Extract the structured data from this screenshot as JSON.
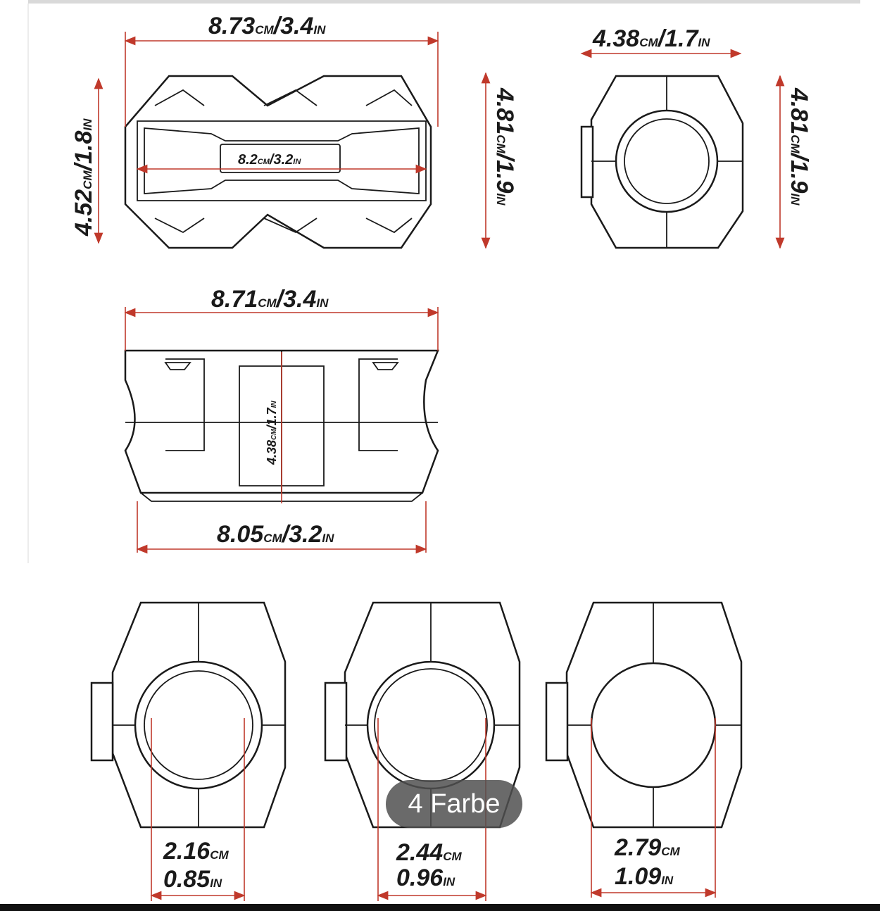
{
  "dimensions": {
    "top_length": [
      "8.73",
      "CM",
      "/3.4",
      "IN"
    ],
    "top_height_left": [
      "4.52",
      "CM",
      "/1.8",
      "IN"
    ],
    "top_height_right": [
      "4.81",
      "CM",
      "/1.9",
      "IN"
    ],
    "top_inner": [
      "8.2",
      "CM",
      "/3.2",
      "IN"
    ],
    "side_width": [
      "4.38",
      "CM",
      "/1.7",
      "IN"
    ],
    "side_height": [
      "4.81",
      "CM",
      "/1.9",
      "IN"
    ],
    "front_length": [
      "8.71",
      "CM",
      "/3.4",
      "IN"
    ],
    "front_inner_height": [
      "4.38",
      "CM",
      "/1.7",
      "IN"
    ],
    "front_base_length": [
      "8.05",
      "CM",
      "/3.2",
      "IN"
    ],
    "bore_1": {
      "cm": [
        "2.16",
        "CM"
      ],
      "in": [
        "0.85",
        "IN"
      ]
    },
    "bore_2": {
      "cm": [
        "2.44",
        "CM"
      ],
      "in": [
        "0.96",
        "IN"
      ]
    },
    "bore_3": {
      "cm": [
        "2.79",
        "CM"
      ],
      "in": [
        "1.09",
        "IN"
      ]
    }
  },
  "badge": {
    "label": "4 Farbe"
  },
  "colors": {
    "dimension_line": "#c0392b",
    "outline": "#1a1a1a"
  }
}
